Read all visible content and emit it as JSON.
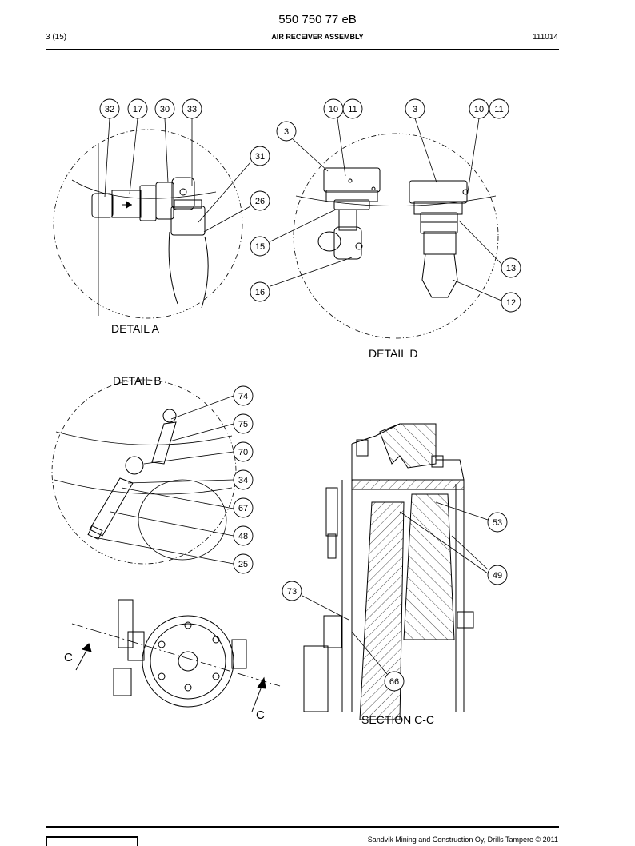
{
  "header": {
    "doc_number": "550 750 77 eB",
    "page": "3 (15)",
    "title": "AIR RECEIVER ASSEMBLY",
    "date": "111014"
  },
  "footer": {
    "copyright": "Sandvik Mining and Construction Oy, Drills Tampere © 2011"
  },
  "details": {
    "a": "DETAIL A",
    "b": "DETAIL B",
    "d": "DETAIL D",
    "section": "SECTION C-C",
    "cut_left": "C",
    "cut_right": "C"
  },
  "callouts": {
    "a": [
      "32",
      "17",
      "30",
      "33",
      "31",
      "26"
    ],
    "d": [
      "10",
      "11",
      "3",
      "10",
      "11",
      "3",
      "15",
      "16",
      "13",
      "12"
    ],
    "b": [
      "74",
      "75",
      "70",
      "34",
      "67",
      "48",
      "25"
    ],
    "section": [
      "53",
      "49",
      "73",
      "66"
    ]
  }
}
